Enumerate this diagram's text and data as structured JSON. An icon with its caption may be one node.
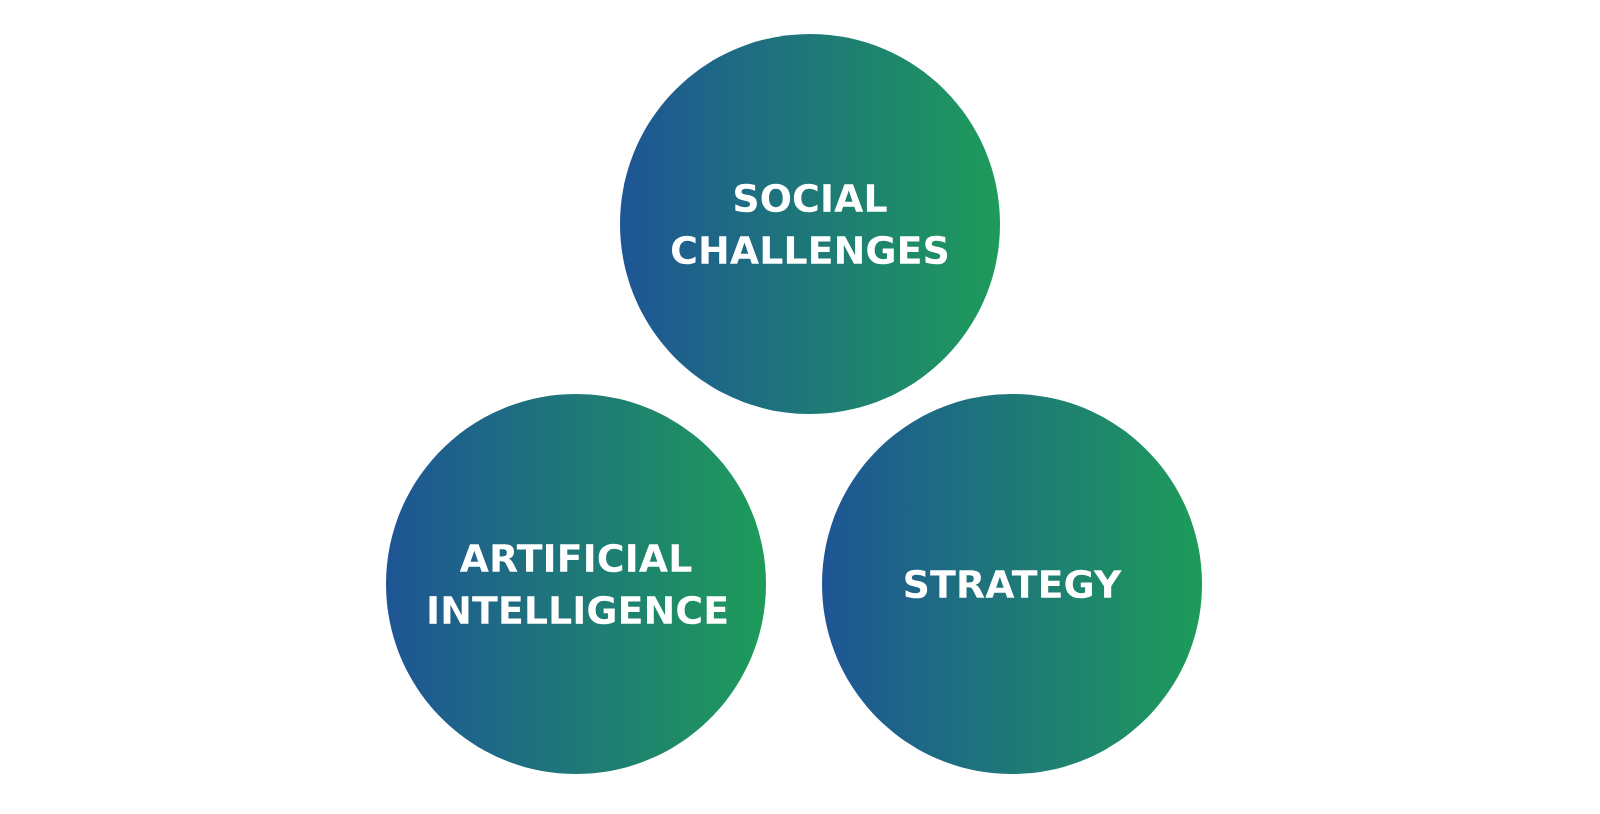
{
  "diagram": {
    "nodes": [
      {
        "text": [
          "SOCIAL CHALLENGES"
        ]
      },
      {
        "text": [
          "ARTIFICIAL INTELLIGENCE"
        ]
      },
      {
        "text": [
          "STRATEGY"
        ]
      }
    ]
  }
}
